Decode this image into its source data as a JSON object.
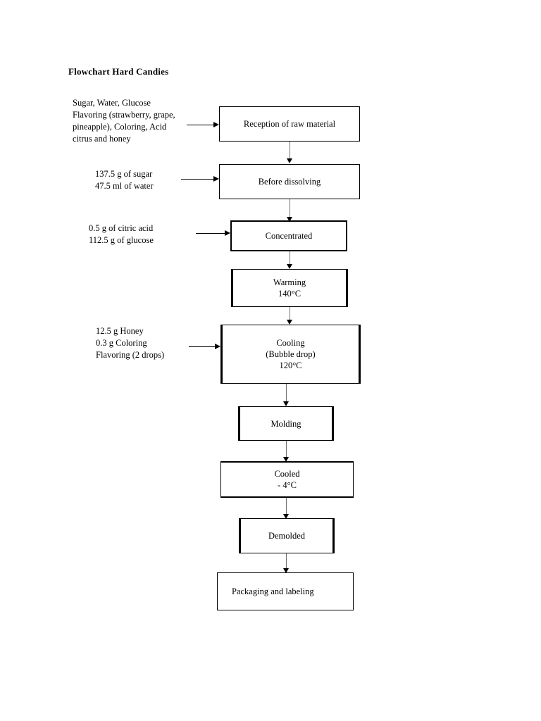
{
  "document": {
    "title": "Flowchart Hard Candies"
  },
  "flowchart": {
    "nodes": [
      {
        "id": "reception",
        "label": "Reception of raw material"
      },
      {
        "id": "dissolving",
        "label": "Before dissolving"
      },
      {
        "id": "concentrated",
        "label": "Concentrated"
      },
      {
        "id": "warming",
        "label": "Warming\n140°C"
      },
      {
        "id": "cooling",
        "label": "Cooling\n(Bubble drop)\n120°C"
      },
      {
        "id": "molding",
        "label": "Molding"
      },
      {
        "id": "cooled",
        "label": "Cooled\n- 4°C"
      },
      {
        "id": "demolded",
        "label": "Demolded"
      },
      {
        "id": "packaging",
        "label": "Packaging and labeling"
      }
    ],
    "inputs": [
      {
        "id": "input-raw-materials",
        "target": "reception",
        "label": "Sugar, Water, Glucose\nFlavoring (strawberry, grape,\npineapple), Coloring, Acid\ncitrus and honey"
      },
      {
        "id": "input-sugar-water",
        "target": "dissolving",
        "label": "137.5 g of sugar\n47.5 ml of water"
      },
      {
        "id": "input-acid-glucose",
        "target": "concentrated",
        "label": "0.5 g of citric acid\n112.5 g of glucose"
      },
      {
        "id": "input-honey-coloring",
        "target": "cooling",
        "label": "12.5 g Honey\n0.3 g Coloring\nFlavoring (2 drops)"
      }
    ],
    "connections": [
      {
        "from": "reception",
        "to": "dissolving"
      },
      {
        "from": "dissolving",
        "to": "concentrated"
      },
      {
        "from": "concentrated",
        "to": "warming"
      },
      {
        "from": "warming",
        "to": "cooling"
      },
      {
        "from": "cooling",
        "to": "molding"
      },
      {
        "from": "molding",
        "to": "cooled"
      },
      {
        "from": "cooled",
        "to": "demolded"
      },
      {
        "from": "demolded",
        "to": "packaging"
      }
    ]
  },
  "colors": {
    "page_background": "#ffffff",
    "box_border": "#000000",
    "text": "#000000",
    "connector_stem": "#6f6f6f",
    "arrow_head": "#000000"
  }
}
